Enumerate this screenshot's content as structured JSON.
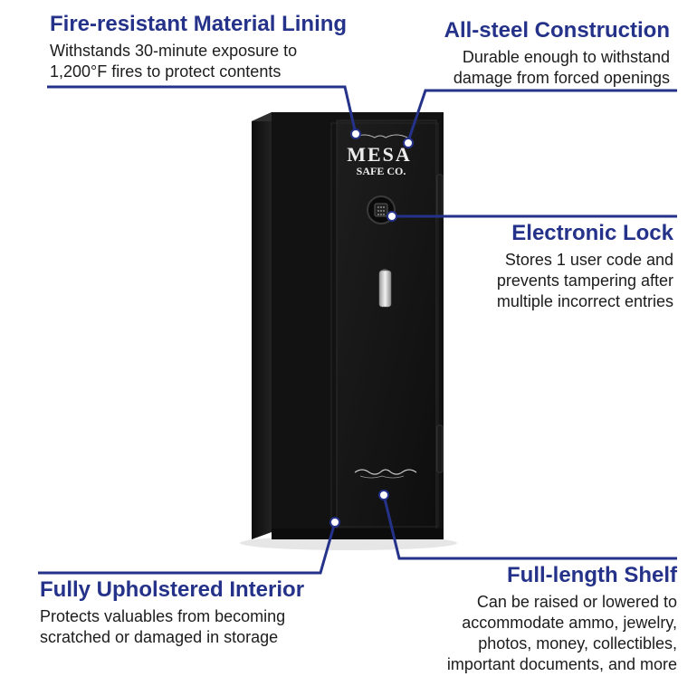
{
  "callouts": {
    "fire": {
      "title": "Fire-resistant Material Lining",
      "lines": [
        "Withstands 30-minute exposure to",
        "1,200°F fires to protect contents"
      ]
    },
    "steel": {
      "title": "All-steel Construction",
      "lines": [
        "Durable enough to withstand",
        "damage from forced openings"
      ]
    },
    "lock": {
      "title": "Electronic Lock",
      "lines": [
        "Stores 1 user code and",
        "prevents tampering after",
        "multiple incorrect entries"
      ]
    },
    "interior": {
      "title": "Fully Upholstered Interior",
      "lines": [
        "Protects valuables from becoming",
        "scratched or damaged in storage"
      ]
    },
    "shelf": {
      "title": "Full-length Shelf",
      "lines": [
        "Can be raised or lowered to",
        "accommodate ammo, jewelry,",
        "photos, money, collectibles,",
        "important documents, and more"
      ]
    }
  },
  "product": {
    "logo_line1": "MESA",
    "logo_line2": "SAFE CO."
  },
  "colors": {
    "accent": "#25328a",
    "safe_body": "#141414",
    "safe_edge": "#2a2a2a"
  }
}
